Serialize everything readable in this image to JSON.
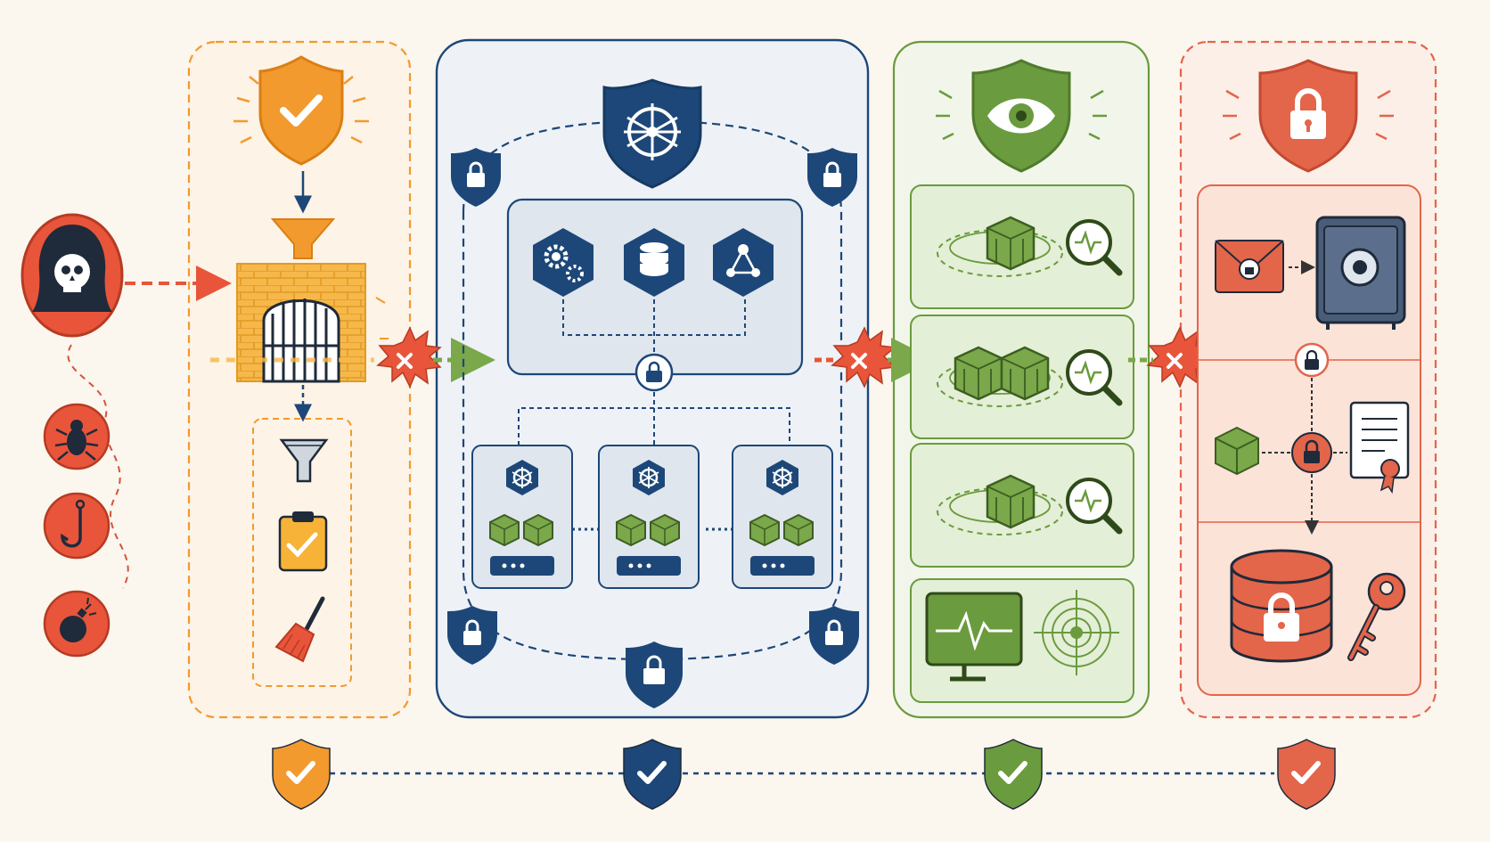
{
  "colors": {
    "background": "#fbf6ee",
    "threat_red": "#e8553a",
    "threat_dark": "#1f2a3a",
    "orange": "#f29a2e",
    "navy": "#1d4778",
    "green": "#6a9b3e",
    "coral": "#e3654a"
  },
  "threats": {
    "attacker_icon": "hooded-skull-icon",
    "items": [
      "bug-icon",
      "phishing-hook-icon",
      "bomb-icon"
    ]
  },
  "layers": [
    {
      "id": "perimeter",
      "color": "#f29a2e",
      "header_icon": "shield-check-icon",
      "icons": [
        "funnel-icon",
        "brick-firewall-gate-icon",
        "filter-icon",
        "clipboard-check-icon",
        "broom-icon"
      ]
    },
    {
      "id": "orchestration",
      "color": "#1d4778",
      "header_icon": "kubernetes-shield-icon",
      "control_plane_icons": [
        "gears-icon",
        "database-icon",
        "network-nodes-icon"
      ],
      "nodes": 3,
      "icons": [
        "lock-shield-icon",
        "container-cube-icon",
        "server-icon"
      ]
    },
    {
      "id": "runtime",
      "color": "#6a9b3e",
      "header_icon": "eye-shield-icon",
      "panels": 4,
      "icons": [
        "container-cube-icon",
        "magnifier-pulse-icon",
        "monitor-pulse-icon",
        "radar-target-icon"
      ]
    },
    {
      "id": "data",
      "color": "#e3654a",
      "header_icon": "lock-shield-icon",
      "icons": [
        "envelope-lock-icon",
        "vault-icon",
        "certificate-icon",
        "database-lock-icon",
        "key-icon"
      ]
    }
  ],
  "footer_badges": [
    "shield-check-orange",
    "shield-check-navy",
    "shield-check-green",
    "shield-check-coral"
  ]
}
